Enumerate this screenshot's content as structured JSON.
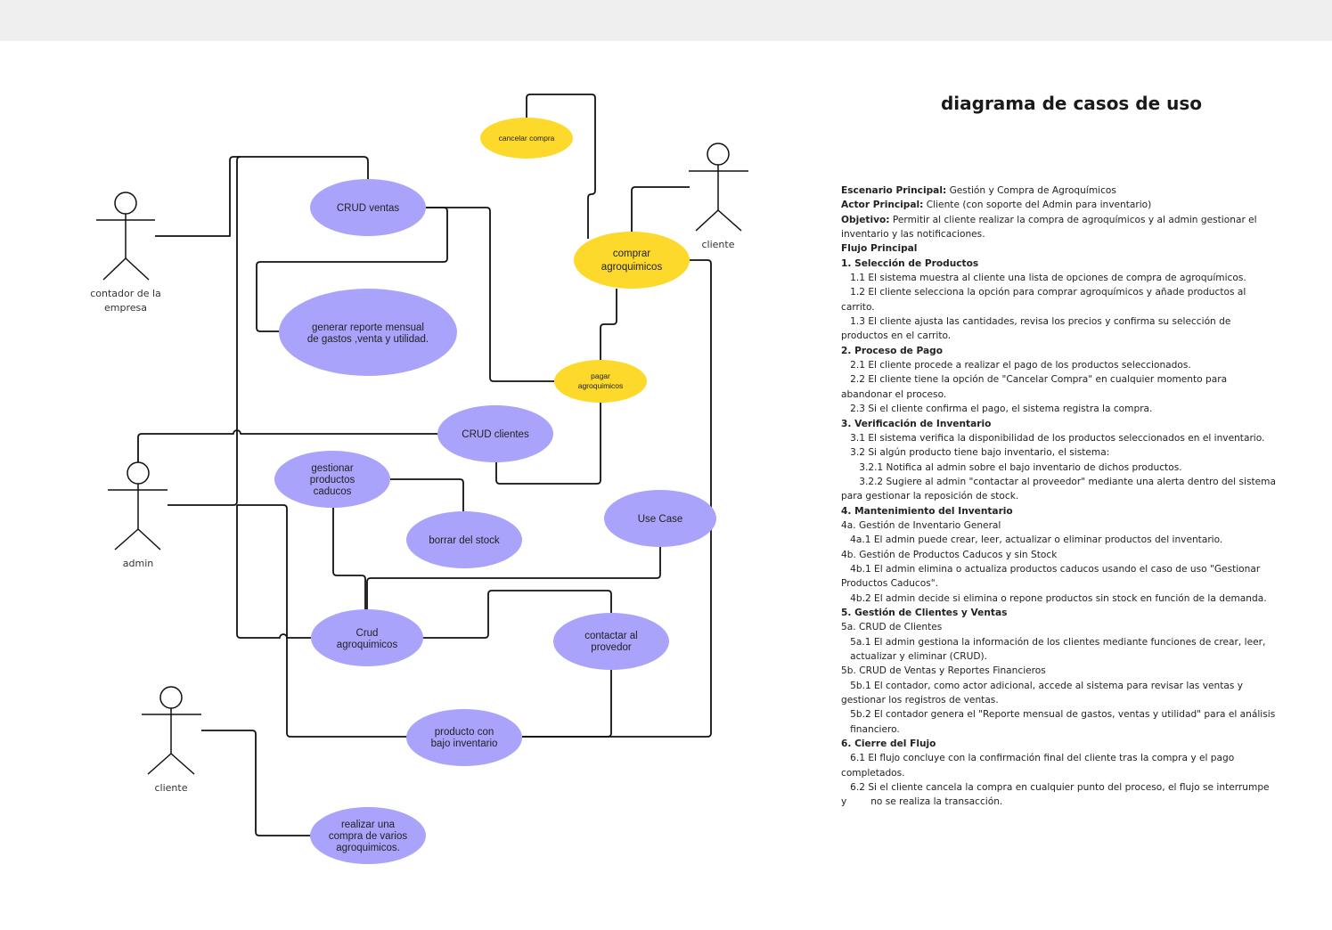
{
  "title": "diagrama de casos de uso",
  "colors": {
    "purple": "#a9a3fb",
    "yellow": "#fcd92b",
    "line": "#111111"
  },
  "actors": {
    "contador": "contador de la\nempresa",
    "cliente_top": "cliente",
    "admin": "admin",
    "cliente_bottom": "cliente"
  },
  "use_cases": {
    "cancelar_compra": "cancelar compra",
    "crud_ventas": "CRUD ventas",
    "comprar_agroquimicos": "comprar\nagroquimicos",
    "generar_reporte": "generar reporte mensual\nde gastos ,venta y utilidad.",
    "pagar_agroquimicos": "pagar\nagroquimicos",
    "crud_clientes": "CRUD clientes",
    "gestionar_caducos": "gestionar\nproductos\ncaducos",
    "borrar_stock": "borrar del stock",
    "use_case": "Use Case",
    "crud_agroquimicos": "Crud\nagroquimicos",
    "contactar_proveedor": "contactar al\nprovedor",
    "producto_bajo_inventario": "producto con\nbajo inventario",
    "realizar_compra": "realizar una\ncompra de varios\nagroquimicos."
  },
  "scenario": [
    {
      "b": "Escenario Principal:",
      "t": " Gestión y Compra de Agroquímicos"
    },
    {
      "b": "Actor Principal:",
      "t": " Cliente (con soporte del Admin para inventario)"
    },
    {
      "b": "Objetivo:",
      "t": " Permitir al cliente realizar la compra de agroquímicos y al admin gestionar el inventario y las notificaciones."
    },
    {
      "b": "Flujo Principal",
      "t": ""
    },
    {
      "b": "1. Selección de Productos",
      "t": ""
    },
    {
      "b": "",
      "t": "   1.1 El sistema muestra al cliente una lista de opciones de compra de agroquímicos."
    },
    {
      "b": "",
      "t": "   1.2 El cliente selecciona la opción para comprar agroquímicos y añade productos al carrito."
    },
    {
      "b": "",
      "t": "   1.3 El cliente ajusta las cantidades, revisa los precios y confirma su selección de productos en el carrito."
    },
    {
      "b": "2. Proceso de Pago",
      "t": ""
    },
    {
      "b": "",
      "t": "   2.1 El cliente procede a realizar el pago de los productos seleccionados."
    },
    {
      "b": "",
      "t": "   2.2 El cliente tiene la opción de \"Cancelar Compra\" en cualquier momento para abandonar el proceso."
    },
    {
      "b": "",
      "t": "   2.3 Si el cliente confirma el pago, el sistema registra la compra."
    },
    {
      "b": "3. Verificación de Inventario",
      "t": ""
    },
    {
      "b": "",
      "t": "   3.1 El sistema verifica la disponibilidad de los productos seleccionados en el inventario."
    },
    {
      "b": "",
      "t": "   3.2 Si algún producto tiene bajo inventario, el sistema:"
    },
    {
      "b": "",
      "t": "      3.2.1 Notifica al admin sobre el bajo inventario de dichos productos."
    },
    {
      "b": "",
      "t": "      3.2.2 Sugiere al admin \"contactar al proveedor\" mediante una alerta dentro del sistema para gestionar la reposición de stock."
    },
    {
      "b": "4. Mantenimiento del Inventario",
      "t": ""
    },
    {
      "b": "",
      "t": "4a. Gestión de Inventario General"
    },
    {
      "b": "",
      "t": "   4a.1 El admin puede crear, leer, actualizar o eliminar productos del inventario."
    },
    {
      "b": "",
      "t": "4b. Gestión de Productos Caducos y sin Stock"
    },
    {
      "b": "",
      "t": "   4b.1 El admin elimina o actualiza productos caducos usando el caso de uso \"Gestionar Productos Caducos\"."
    },
    {
      "b": "",
      "t": "   4b.2 El admin decide si elimina o repone productos sin stock en función de la demanda."
    },
    {
      "b": "5. Gestión de Clientes y Ventas",
      "t": ""
    },
    {
      "b": "",
      "t": "5a. CRUD de Clientes"
    },
    {
      "b": "",
      "t": "   5a.1 El admin gestiona la información de los clientes mediante funciones de crear, leer,\n   actualizar y eliminar (CRUD)."
    },
    {
      "b": "",
      "t": "5b. CRUD de Ventas y Reportes Financieros"
    },
    {
      "b": "",
      "t": "   5b.1 El contador, como actor adicional, accede al sistema para revisar las ventas y gestionar los registros de ventas."
    },
    {
      "b": "",
      "t": "   5b.2 El contador genera el \"Reporte mensual de gastos, ventas y utilidad\" para el análisis\n   financiero."
    },
    {
      "b": "6. Cierre del Flujo",
      "t": ""
    },
    {
      "b": "",
      "t": "   6.1 El flujo concluye con la confirmación final del cliente tras la compra y el pago completados."
    },
    {
      "b": "",
      "t": "   6.2 Si el cliente cancela la compra en cualquier punto del proceso, el flujo se interrumpe\ny        no se realiza la transacción."
    }
  ]
}
